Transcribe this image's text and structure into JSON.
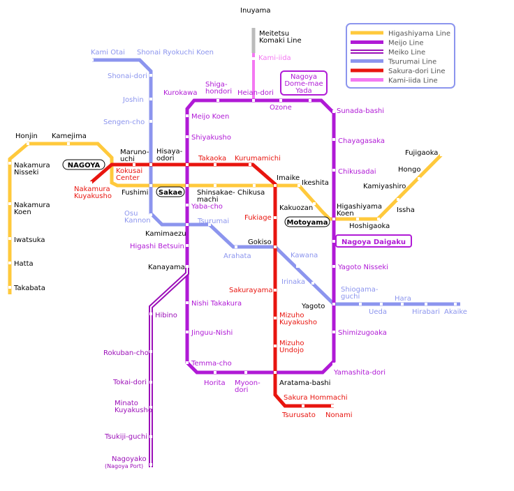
{
  "colors": {
    "higashiyama": "#FFC93C",
    "meijo": "#B01AD6",
    "meiko": "#9B0FB8",
    "tsurumai": "#8C95EE",
    "sakura": "#E8150F",
    "kamiiida": "#F478F2",
    "meitetsu": "#BBBBBB",
    "black": "#000000"
  },
  "top_label": "Inuyama",
  "meitetsu_label": [
    "Meitetsu",
    "Komaki Line"
  ],
  "legend": [
    {
      "label": "Higashiyama Line",
      "color": "higashiyama",
      "style": "solid"
    },
    {
      "label": "Meijo Line",
      "color": "meijo",
      "style": "solid"
    },
    {
      "label": "Meiko Line",
      "color": "meiko",
      "style": "double"
    },
    {
      "label": "Tsurumai Line",
      "color": "tsurumai",
      "style": "solid"
    },
    {
      "label": "Sakura-dori Line",
      "color": "sakura",
      "style": "solid"
    },
    {
      "label": "Kami-iida Line",
      "color": "kamiiida",
      "style": "solid"
    }
  ],
  "hubs": [
    {
      "id": "nagoya",
      "label": "NAGOYA"
    },
    {
      "id": "sakae",
      "label": "Sakae"
    },
    {
      "id": "motoyama",
      "label": "Motoyama"
    },
    {
      "id": "nagoya-daigaku",
      "label": "Nagoya Daigaku"
    },
    {
      "id": "nagoya-dome",
      "label": [
        "Nagoya",
        "Dome-mae",
        "Yada"
      ]
    }
  ],
  "stations": [
    {
      "id": "honjin",
      "label": [
        "Honjin"
      ],
      "color": "black"
    },
    {
      "id": "kamejima",
      "label": [
        "Kamejima"
      ],
      "color": "black"
    },
    {
      "id": "nakamura-nisseki",
      "label": [
        "Nakamura",
        "Nisseki"
      ],
      "color": "black"
    },
    {
      "id": "nakamura-koen",
      "label": [
        "Nakamura",
        "Koen"
      ],
      "color": "black"
    },
    {
      "id": "iwatsuka",
      "label": [
        "Iwatsuka"
      ],
      "color": "black"
    },
    {
      "id": "hatta",
      "label": [
        "Hatta"
      ],
      "color": "black"
    },
    {
      "id": "takabata",
      "label": [
        "Takabata"
      ],
      "color": "black"
    },
    {
      "id": "marunouchi",
      "label": [
        "Maruno-",
        "uchi"
      ],
      "color": "black"
    },
    {
      "id": "hisaya-odori",
      "label": [
        "Hisaya-",
        "odori"
      ],
      "color": "black"
    },
    {
      "id": "kokusai-center",
      "label": [
        "Kokusai",
        "Center"
      ],
      "color": "sakura"
    },
    {
      "id": "nakamura-kuyakusho",
      "label": [
        "Nakamura",
        "Kuyakusho"
      ],
      "color": "sakura"
    },
    {
      "id": "fushimi",
      "label": [
        "Fushimi"
      ],
      "color": "black"
    },
    {
      "id": "takaoka",
      "label": [
        "Takaoka"
      ],
      "color": "sakura"
    },
    {
      "id": "kurumamichi",
      "label": [
        "Kurumamichi"
      ],
      "color": "sakura"
    },
    {
      "id": "imaike",
      "label": [
        "Imaike"
      ],
      "color": "black"
    },
    {
      "id": "shinsakae-machi",
      "label": [
        "Shinsakae-",
        "machi"
      ],
      "color": "black"
    },
    {
      "id": "chikusa",
      "label": [
        "Chikusa"
      ],
      "color": "black"
    },
    {
      "id": "ikeshita",
      "label": [
        "Ikeshita"
      ],
      "color": "black"
    },
    {
      "id": "kakuozan",
      "label": [
        "Kakuozan"
      ],
      "color": "black"
    },
    {
      "id": "higashiyama-koen",
      "label": [
        "Higashiyama",
        "Koen"
      ],
      "color": "black"
    },
    {
      "id": "hoshigaoka",
      "label": [
        "Hoshigaoka"
      ],
      "color": "black"
    },
    {
      "id": "issha",
      "label": [
        "Issha"
      ],
      "color": "black"
    },
    {
      "id": "kamiyashiro",
      "label": [
        "Kamiyashiro"
      ],
      "color": "black"
    },
    {
      "id": "hongo",
      "label": [
        "Hongo"
      ],
      "color": "black"
    },
    {
      "id": "fujigaoka",
      "label": [
        "Fujigaoka"
      ],
      "color": "black"
    },
    {
      "id": "kami-otai",
      "label": [
        "Kami Otai"
      ],
      "color": "tsurumai"
    },
    {
      "id": "shonai-ryokuchi-koen",
      "label": [
        "Shonai Ryokuchi Koen"
      ],
      "color": "tsurumai"
    },
    {
      "id": "shonai-dori",
      "label": [
        "Shonai-dori"
      ],
      "color": "tsurumai"
    },
    {
      "id": "joshin",
      "label": [
        "Joshin"
      ],
      "color": "tsurumai"
    },
    {
      "id": "sengen-cho",
      "label": [
        "Sengen-cho"
      ],
      "color": "tsurumai"
    },
    {
      "id": "osu-kannon",
      "label": [
        "Osu",
        "Kannon"
      ],
      "color": "tsurumai"
    },
    {
      "id": "tsurumai",
      "label": [
        "Tsurumai"
      ],
      "color": "tsurumai"
    },
    {
      "id": "arahata",
      "label": [
        "Arahata"
      ],
      "color": "tsurumai"
    },
    {
      "id": "gokiso",
      "label": [
        "Gokiso"
      ],
      "color": "black"
    },
    {
      "id": "kawana",
      "label": [
        "Kawana"
      ],
      "color": "tsurumai"
    },
    {
      "id": "irinaka",
      "label": [
        "Irinaka"
      ],
      "color": "tsurumai"
    },
    {
      "id": "yagoto",
      "label": [
        "Yagoto"
      ],
      "color": "black"
    },
    {
      "id": "shiogama-guchi",
      "label": [
        "Shiogama-",
        "guchi"
      ],
      "color": "tsurumai"
    },
    {
      "id": "ueda",
      "label": [
        "Ueda"
      ],
      "color": "tsurumai"
    },
    {
      "id": "hara",
      "label": [
        "Hara"
      ],
      "color": "tsurumai"
    },
    {
      "id": "hirabari",
      "label": [
        "Hirabari"
      ],
      "color": "tsurumai"
    },
    {
      "id": "akaike",
      "label": [
        "Akaike"
      ],
      "color": "tsurumai"
    },
    {
      "id": "kurokawa",
      "label": [
        "Kurokawa"
      ],
      "color": "meijo"
    },
    {
      "id": "shiga-hondori",
      "label": [
        "Shiga-",
        "hondori"
      ],
      "color": "meijo"
    },
    {
      "id": "heian-dori",
      "label": [
        "Heian-dori"
      ],
      "color": "meijo"
    },
    {
      "id": "kami-iida",
      "label": [
        "Kami-iida"
      ],
      "color": "kamiiida"
    },
    {
      "id": "ozone",
      "label": [
        "Ozone"
      ],
      "color": "meijo"
    },
    {
      "id": "sunada-bashi",
      "label": [
        "Sunada-bashi"
      ],
      "color": "meijo"
    },
    {
      "id": "chayagasaka",
      "label": [
        "Chayagasaka"
      ],
      "color": "meijo"
    },
    {
      "id": "chikusadai",
      "label": [
        "Chikusadai"
      ],
      "color": "meijo"
    },
    {
      "id": "yagoto-nisseki",
      "label": [
        "Yagoto Nisseki"
      ],
      "color": "meijo"
    },
    {
      "id": "shimizugoaka",
      "label": [
        "Shimizugoaka"
      ],
      "color": "meijo"
    },
    {
      "id": "yamashita-dori",
      "label": [
        "Yamashita-dori"
      ],
      "color": "meijo"
    },
    {
      "id": "meijo-koen",
      "label": [
        "Meijo Koen"
      ],
      "color": "meijo"
    },
    {
      "id": "shiyakusho",
      "label": [
        "Shiyakusho"
      ],
      "color": "meijo"
    },
    {
      "id": "yaba-cho",
      "label": [
        "Yaba-cho"
      ],
      "color": "meijo"
    },
    {
      "id": "kamimaezu",
      "label": [
        "Kamimaezu"
      ],
      "color": "black"
    },
    {
      "id": "higashi-betsuin",
      "label": [
        "Higashi Betsuin"
      ],
      "color": "meijo"
    },
    {
      "id": "kanayama",
      "label": [
        "Kanayama"
      ],
      "color": "black"
    },
    {
      "id": "nishi-takakura",
      "label": [
        "Nishi Takakura"
      ],
      "color": "meijo"
    },
    {
      "id": "jinguu-nishi",
      "label": [
        "Jinguu-Nishi"
      ],
      "color": "meijo"
    },
    {
      "id": "temma-cho",
      "label": [
        "Temma-cho"
      ],
      "color": "meijo"
    },
    {
      "id": "horita",
      "label": [
        "Horita"
      ],
      "color": "meijo"
    },
    {
      "id": "myoon-dori",
      "label": [
        "Myoon-",
        "dori"
      ],
      "color": "meijo"
    },
    {
      "id": "aratama-bashi",
      "label": [
        "Aratama-bashi"
      ],
      "color": "black"
    },
    {
      "id": "fukiage",
      "label": [
        "Fukiage"
      ],
      "color": "sakura"
    },
    {
      "id": "sakurayama",
      "label": [
        "Sakurayama"
      ],
      "color": "sakura"
    },
    {
      "id": "mizuho-kuyakusho",
      "label": [
        "Mizuho",
        "Kuyakusho"
      ],
      "color": "sakura"
    },
    {
      "id": "mizuho-undojo",
      "label": [
        "Mizuho",
        "Undojo"
      ],
      "color": "sakura"
    },
    {
      "id": "sakura-hommachi",
      "label": [
        "Sakura Hommachi"
      ],
      "color": "sakura"
    },
    {
      "id": "tsurusato",
      "label": [
        "Tsurusato"
      ],
      "color": "sakura"
    },
    {
      "id": "nonami",
      "label": [
        "Nonami"
      ],
      "color": "sakura"
    },
    {
      "id": "hibino",
      "label": [
        "Hibino"
      ],
      "color": "meiko"
    },
    {
      "id": "rokuban-cho",
      "label": [
        "Rokuban-cho"
      ],
      "color": "meiko"
    },
    {
      "id": "tokai-dori",
      "label": [
        "Tokai-dori"
      ],
      "color": "meiko"
    },
    {
      "id": "minato-kuyakusho",
      "label": [
        "Minato",
        "Kuyakusho"
      ],
      "color": "meiko"
    },
    {
      "id": "tsukiji-guchi",
      "label": [
        "Tsukiji-guchi"
      ],
      "color": "meiko"
    },
    {
      "id": "nagoyako",
      "label": [
        "Nagoyako"
      ],
      "color": "meiko"
    },
    {
      "id": "nagoya-port",
      "label": [
        "(Nagoya Port)"
      ],
      "color": "meiko"
    }
  ]
}
